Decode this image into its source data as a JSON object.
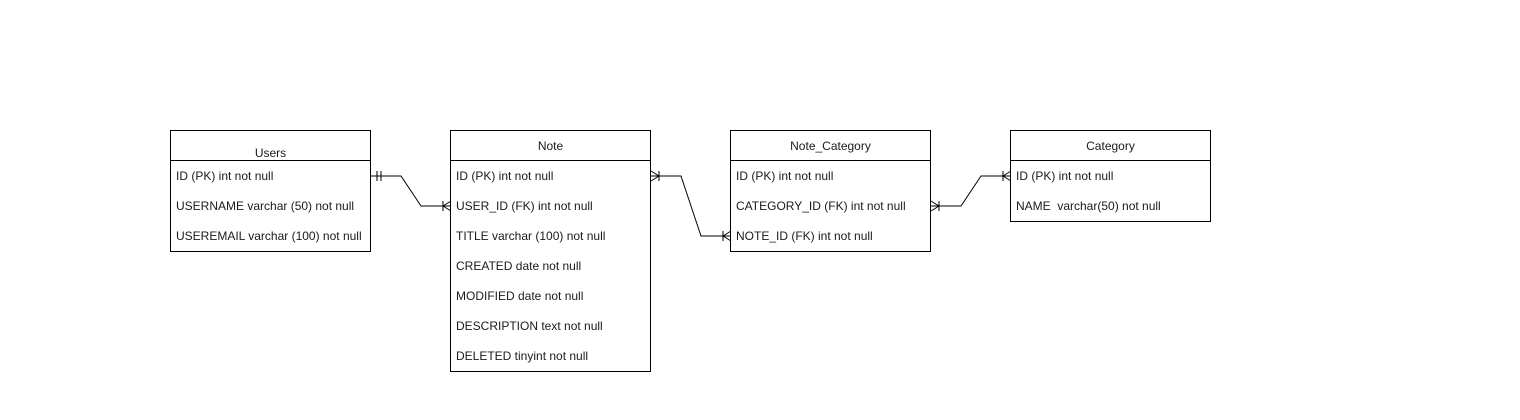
{
  "diagram": {
    "entities": [
      {
        "id": "users",
        "name": "Users",
        "attributes": [
          "ID (PK) int not null",
          "USERNAME varchar (50) not null",
          "USEREMAIL varchar (100) not null"
        ]
      },
      {
        "id": "note",
        "name": "Note",
        "attributes": [
          "ID (PK) int not null",
          "USER_ID (FK) int not null",
          "TITLE varchar (100) not null",
          "CREATED date not null",
          "MODIFIED date not null",
          "DESCRIPTION text not null",
          "DELETED tinyint not null"
        ]
      },
      {
        "id": "note_category",
        "name": "Note_Category",
        "attributes": [
          "ID (PK) int not null",
          "CATEGORY_ID (FK) int not null",
          "NOTE_ID (FK) int not null"
        ]
      },
      {
        "id": "category",
        "name": "Category",
        "attributes": [
          "ID (PK) int not null",
          "NAME  varchar(50) not null"
        ]
      }
    ],
    "relationships": [
      {
        "from": "users.ID",
        "to": "note.USER_ID",
        "from_cardinality": "one-and-only-one",
        "to_cardinality": "one-or-many"
      },
      {
        "from": "note.ID",
        "to": "note_category.NOTE_ID",
        "from_cardinality": "one-or-many",
        "to_cardinality": "one-or-many"
      },
      {
        "from": "note_category.CATEGORY_ID",
        "to": "category.ID",
        "from_cardinality": "one-or-many",
        "to_cardinality": "one-or-many"
      }
    ],
    "colors": {
      "stroke": "#000000",
      "background": "#ffffff",
      "text": "#1a1a1a"
    }
  }
}
